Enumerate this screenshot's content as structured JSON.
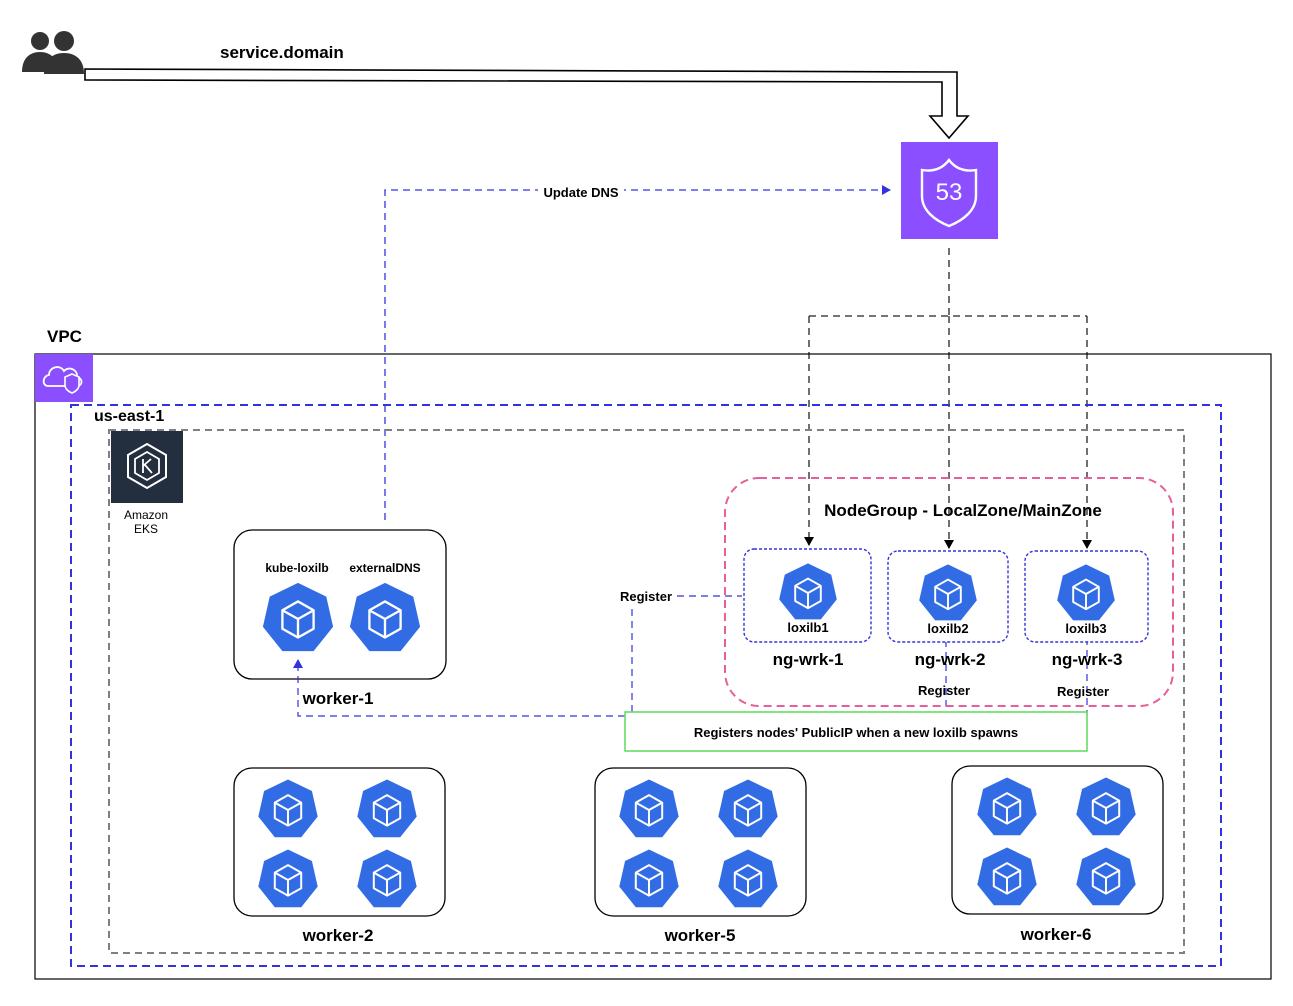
{
  "users": {
    "icon": "users-icon"
  },
  "labels": {
    "service_domain": "service.domain",
    "update_dns": "Update DNS",
    "vpc": "VPC",
    "region": "us-east-1",
    "eks_line1": "Amazon",
    "eks_line2": "EKS",
    "route53_number": "53",
    "nodegroup": "NodeGroup - LocalZone/MainZone",
    "register_left": "Register",
    "register_2": "Register",
    "register_3": "Register",
    "registers_note": "Registers nodes' PublicIP when a new loxilb spawns"
  },
  "worker1": {
    "name": "worker-1",
    "pods": [
      "kube-loxilb",
      "externalDNS"
    ]
  },
  "ng_workers": [
    {
      "name": "ng-wrk-1",
      "pod": "loxilb1"
    },
    {
      "name": "ng-wrk-2",
      "pod": "loxilb2"
    },
    {
      "name": "ng-wrk-3",
      "pod": "loxilb3"
    }
  ],
  "workers": [
    {
      "name": "worker-2"
    },
    {
      "name": "worker-5"
    },
    {
      "name": "worker-6"
    }
  ],
  "colors": {
    "route53": "#8C4FFF",
    "vpc_icon": "#8C4FFF",
    "eks": "#232F3E",
    "k8s": "#326CE5",
    "region_border": "#3333DD",
    "eks_border": "#808080",
    "nodegroup_border": "#E5609A",
    "note_border": "#66DD66"
  }
}
